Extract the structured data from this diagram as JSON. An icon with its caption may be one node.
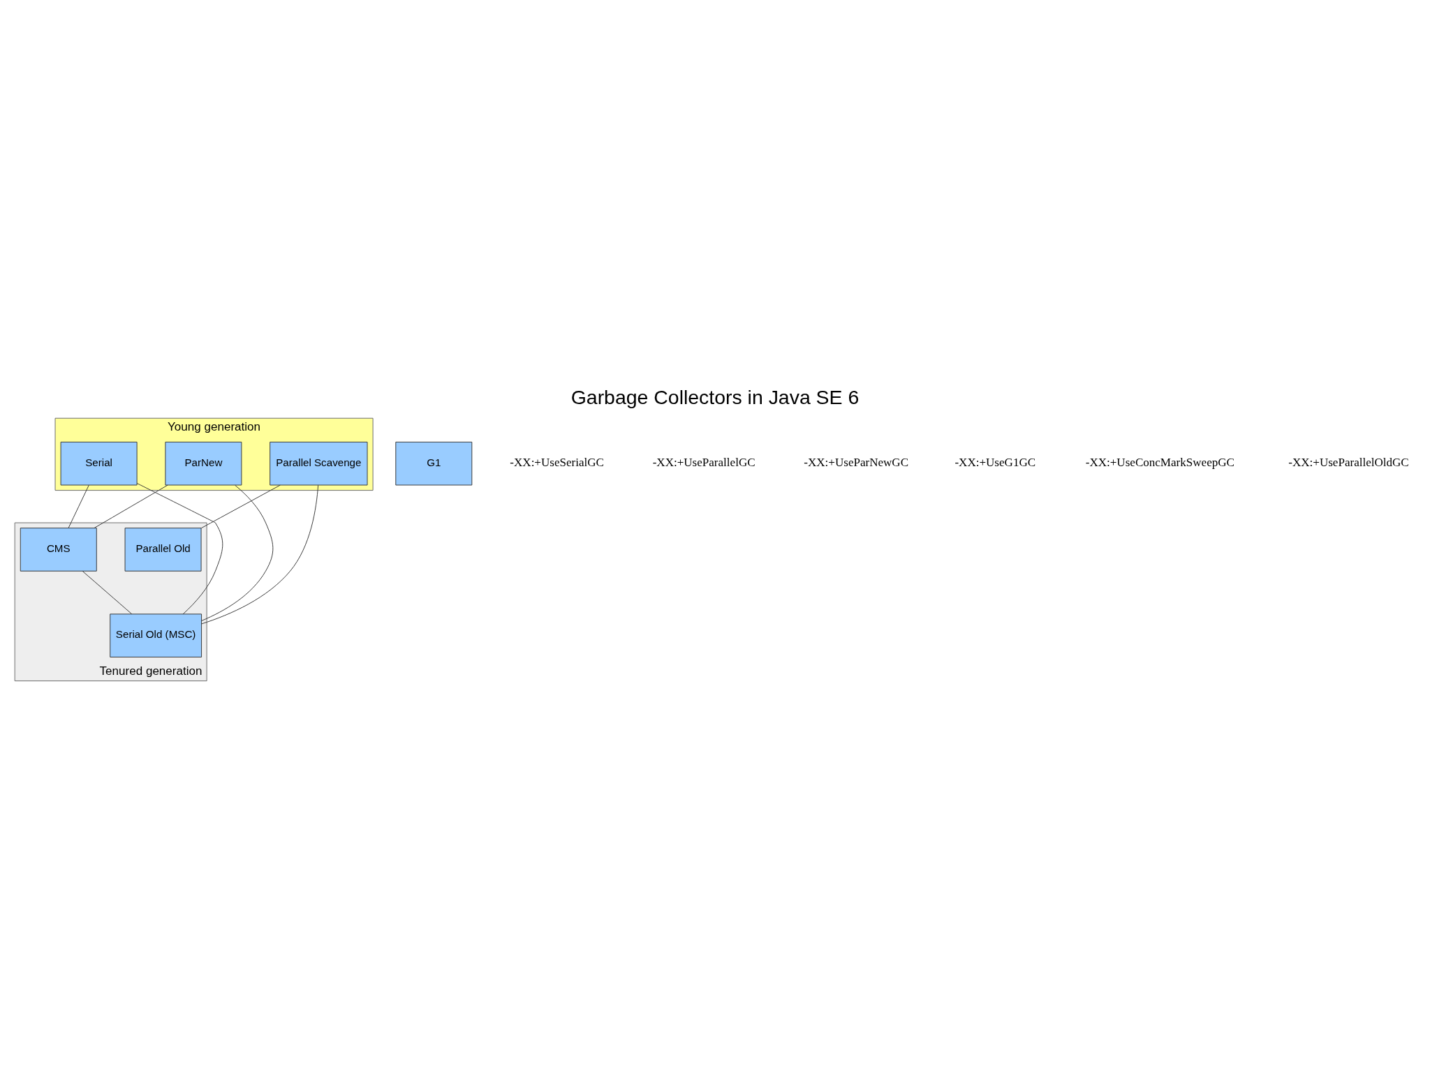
{
  "diagram": {
    "title": "Garbage Collectors in Java SE 6",
    "nodes": [
      {
        "text": [
          "Young generation"
        ]
      },
      {
        "text": [
          "Serial"
        ],
        "in": 0
      },
      {
        "text": [
          "ParNew"
        ],
        "in": 0
      },
      {
        "text": [
          "Parallel Scavenge"
        ],
        "in": 0
      },
      {
        "text": [
          "G1"
        ]
      },
      {
        "text": [
          "Tenured generation"
        ]
      },
      {
        "text": [
          "CMS"
        ],
        "in": 5
      },
      {
        "text": [
          "Parallel Old"
        ],
        "in": 5
      },
      {
        "text": [
          "Serial Old (MSC)"
        ],
        "in": 5
      }
    ],
    "edges": [
      {
        "from": 1,
        "to": 6,
        "arrow": "none"
      },
      {
        "from": 1,
        "to": 8,
        "arrow": "none"
      },
      {
        "from": 2,
        "to": 6,
        "arrow": "none"
      },
      {
        "from": 2,
        "to": 8,
        "arrow": "none"
      },
      {
        "from": 3,
        "to": 8,
        "arrow": "none"
      },
      {
        "from": 3,
        "to": 7,
        "arrow": "none"
      },
      {
        "from": 6,
        "to": 8,
        "arrow": "none"
      }
    ],
    "labels": [
      "-XX:+UseSerialGC",
      "-XX:+UseParallelGC",
      "-XX:+UseParNewGC",
      "-XX:+UseG1GC",
      "-XX:+UseConcMarkSweepGC",
      "-XX:+UseParallelOldGC"
    ]
  }
}
